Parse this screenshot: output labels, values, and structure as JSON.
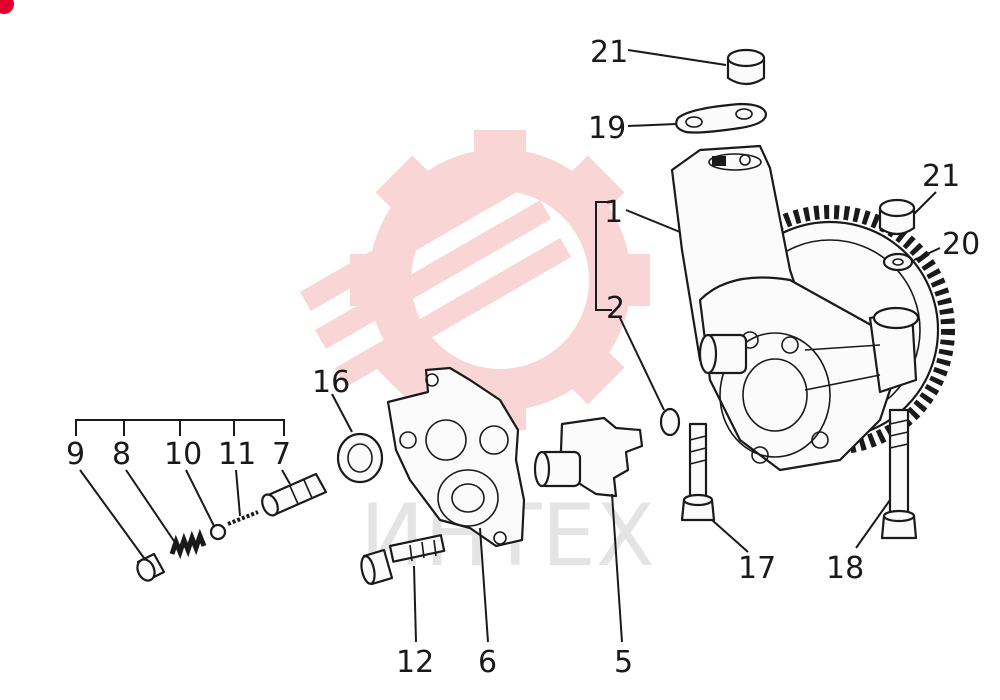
{
  "watermark": {
    "text": "ИНТЕХ",
    "gear_color": "#f7c8c8"
  },
  "corner_badge": {
    "color": "#e0002a"
  },
  "callouts": {
    "p1": "1",
    "p2": "2",
    "p5": "5",
    "p6": "6",
    "p7": "7",
    "p8": "8",
    "p9": "9",
    "p10": "10",
    "p11": "11",
    "p12": "12",
    "p16": "16",
    "p17": "17",
    "p18": "18",
    "p19": "19",
    "p20": "20",
    "p21a": "21",
    "p21b": "21"
  }
}
